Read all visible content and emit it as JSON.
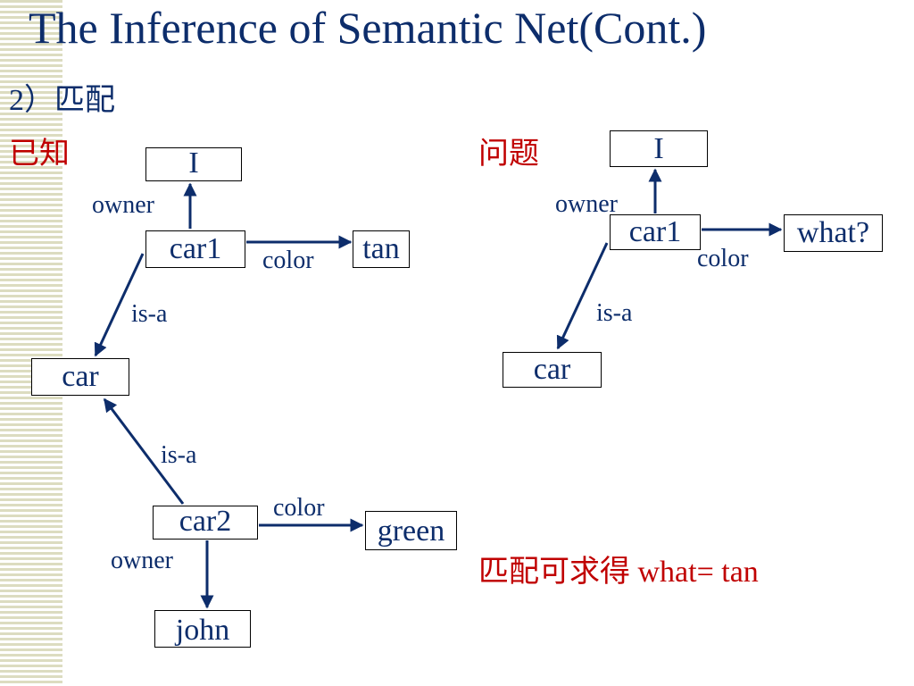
{
  "slide": {
    "title": "The Inference of Semantic Net(Cont.)",
    "subtitle": "2）匹配"
  },
  "known": {
    "heading": "已知",
    "nodes": {
      "i": "I",
      "car1": "car1",
      "tan": "tan",
      "car": "car",
      "car2": "car2",
      "green": "green",
      "john": "john"
    },
    "edges": {
      "car1_owner": "owner",
      "car1_color": "color",
      "car1_isa": "is-a",
      "car2_isa": "is-a",
      "car2_color": "color",
      "car2_owner": "owner"
    }
  },
  "question": {
    "heading": "问题",
    "nodes": {
      "i": "I",
      "car1": "car1",
      "what": "what?",
      "car": "car"
    },
    "edges": {
      "car1_owner": "owner",
      "car1_color": "color",
      "car1_isa": "is-a"
    }
  },
  "result": {
    "text_cn": "匹配可求得",
    "text_en": "what= tan"
  },
  "colors": {
    "text": "#0d2d6b",
    "highlight": "#c00000",
    "stripe": "#dcdcc0"
  }
}
